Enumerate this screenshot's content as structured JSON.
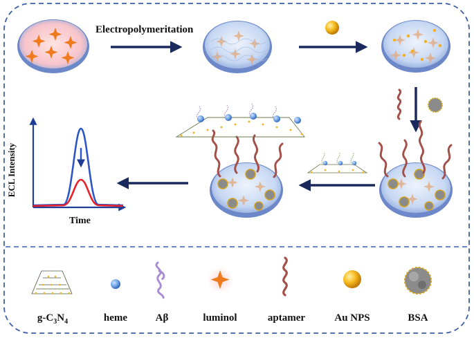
{
  "step_labels": {
    "electropolymerization": "Electropolymeritation"
  },
  "ecl_plot": {
    "ylabel": "ECL Intensity",
    "xlabel": "Time",
    "series_colors": [
      "#2b55c8",
      "#e8202a"
    ]
  },
  "legend": {
    "items": [
      {
        "label": "g-C3N4",
        "icon": "g-c3n4-sheet-icon"
      },
      {
        "label": "heme",
        "icon": "heme-sphere-icon"
      },
      {
        "label": "Aβ",
        "icon": "amyloid-beta-chain-icon"
      },
      {
        "label": "luminol",
        "icon": "luminol-star-icon"
      },
      {
        "label": "aptamer",
        "icon": "aptamer-strand-icon"
      },
      {
        "label": "Au NPS",
        "icon": "gold-nanoparticle-icon"
      },
      {
        "label": "BSA",
        "icon": "bsa-protein-icon"
      }
    ],
    "gcn_parts": {
      "g": "g-C",
      "sub1": "3",
      "n": "N",
      "sub2": "4"
    }
  },
  "colors": {
    "frame_dash": "#3a5fa8",
    "arrow": "#1b2a5c",
    "electrode_fill": "#c9daf5",
    "electrode_rim": "#6a86c8",
    "luminol": "#f07a1e",
    "gold": "#f3b21c",
    "aptamer": "#a4504a",
    "bsa": "#8b8b8b"
  }
}
